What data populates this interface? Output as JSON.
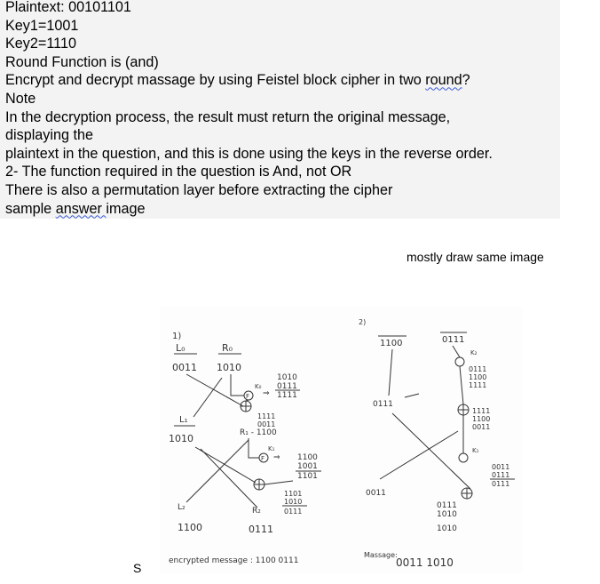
{
  "question": {
    "plaintext": "Plaintext: 00101101",
    "key1": "Key1=1001",
    "key2": "Key2=1110",
    "round_function": "Round Function is (and)",
    "task_pre": "Encrypt and decrypt massage by using Feistel block cipher in two ",
    "task_err": "round",
    "task_post": "?",
    "note_title": "Note",
    "note_1": "In the decryption process, the result must return the original message,",
    "note_2": "displaying the",
    "note_3": "plaintext in the question, and this is done using the keys in the reverse order.",
    "note_4": "2- The function required in the question is And, not OR",
    "note_5": "There is also a permutation layer before extracting the cipher",
    "sample_pre": "sample ",
    "sample_err": "answer ",
    "sample_post": "image"
  },
  "caption": "mostly draw same image",
  "stray_letter": "S",
  "drawing": {
    "left": {
      "step_num": "1)",
      "l0": "L₀",
      "r0": "R₀",
      "l0_val": "0011",
      "r0_val": "1010",
      "k0": "K₀",
      "f": "F",
      "and1_a": "1010",
      "and1_b": "0111",
      "and1_res": "1111",
      "xor1_a": "1111",
      "xor1_b": "0011",
      "r1_label": "R₁ - 1100",
      "l1": "L₁",
      "l1_val": "1010",
      "k1": "K₁",
      "and2_a": "1100",
      "and2_b": "1001",
      "and2_res": "1101",
      "xor2_a": "1101",
      "xor2_b": "1010",
      "xor2_res": "0111",
      "l2": "L₂",
      "r2": "R₂",
      "l2_val": "1100",
      "r2_val": "0111",
      "encrypted": "encrypted message : 1100 0111"
    },
    "right": {
      "step_num": "2)",
      "top_l": "1100",
      "top_r": "0111",
      "k2": "K₂",
      "and1_a": "0111",
      "and1_b": "1100",
      "and1_res": "1111",
      "mid_l": "0111",
      "xor1_a": "1111",
      "xor1_b": "1100",
      "xor1_res": "0011",
      "k1": "K₁",
      "and2_a": "0011",
      "and2_b": "0111",
      "and2_res": "0111",
      "bot_l": "0011",
      "xor2_a": "0111",
      "xor2_b": "1010",
      "xor2_res": "1010",
      "message_label": "Massage:",
      "message_val": "0011   1010"
    }
  }
}
